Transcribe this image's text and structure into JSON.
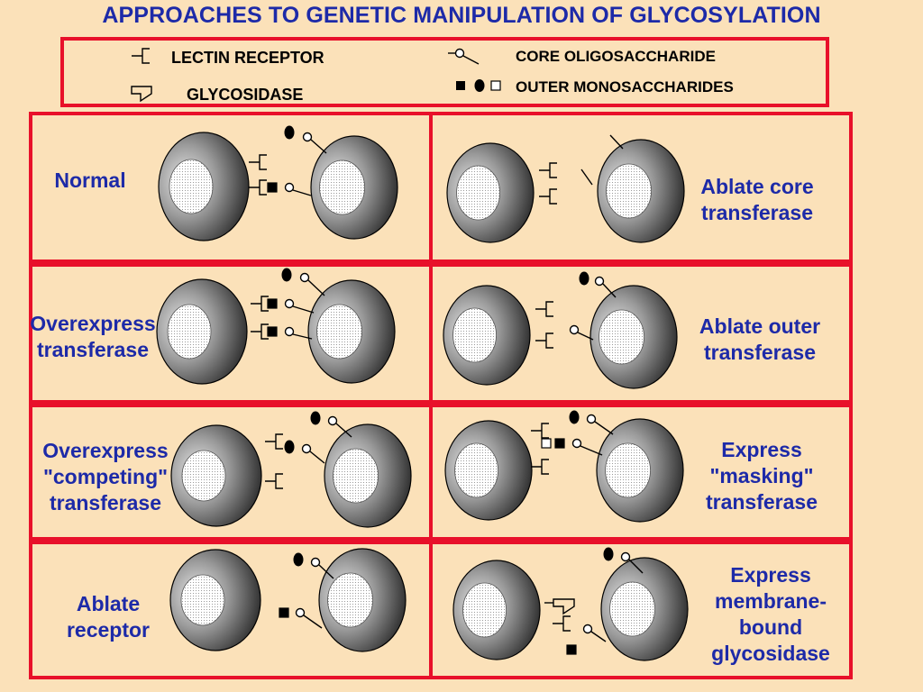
{
  "title": "APPROACHES TO GENETIC MANIPULATION OF GLYCOSYLATION",
  "legend": {
    "lectin_receptor": "LECTIN RECEPTOR",
    "glycosidase": "GLYCOSIDASE",
    "core_oligosaccharide": "CORE OLIGOSACCHARIDE",
    "outer_monosaccharides": "OUTER MONOSACCHARIDES"
  },
  "panels": {
    "normal": "Normal",
    "ablate_core": [
      "Ablate core",
      "transferase"
    ],
    "overexpress": [
      "Overexpress",
      "transferase"
    ],
    "ablate_outer": [
      "Ablate outer",
      "transferase"
    ],
    "overexpress_competing": [
      "Overexpress",
      "\"competing\"",
      "transferase"
    ],
    "express_masking": [
      "Express",
      "\"masking\"",
      "transferase"
    ],
    "ablate_receptor": [
      "Ablate",
      "receptor"
    ],
    "express_glycosidase": [
      "Express",
      "membrane-",
      "bound",
      "glycosidase"
    ]
  },
  "colors": {
    "title": "#1d2aa8",
    "border": "#e8102a",
    "background": "#fbe1b9"
  }
}
